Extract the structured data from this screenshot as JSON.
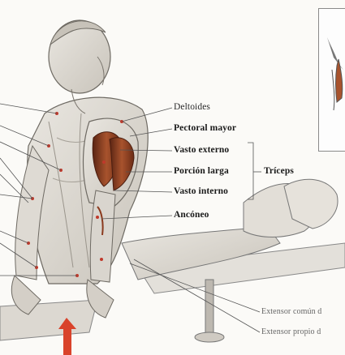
{
  "labels": {
    "deltoides": "Deltoides",
    "pectoral_mayor": "Pectoral mayor",
    "vasto_externo": "Vasto externo",
    "porcion_larga": "Porción larga",
    "vasto_interno": "Vasto interno",
    "ancóneo": "Ancóneo",
    "triceps": "Tríceps",
    "extensor_comun": "Extensor común d",
    "extensor_propio": "Extensor propio d"
  },
  "colors": {
    "muscle_highlight": "#8b3a1e",
    "arrow": "#d9432b",
    "line": "#555555"
  }
}
